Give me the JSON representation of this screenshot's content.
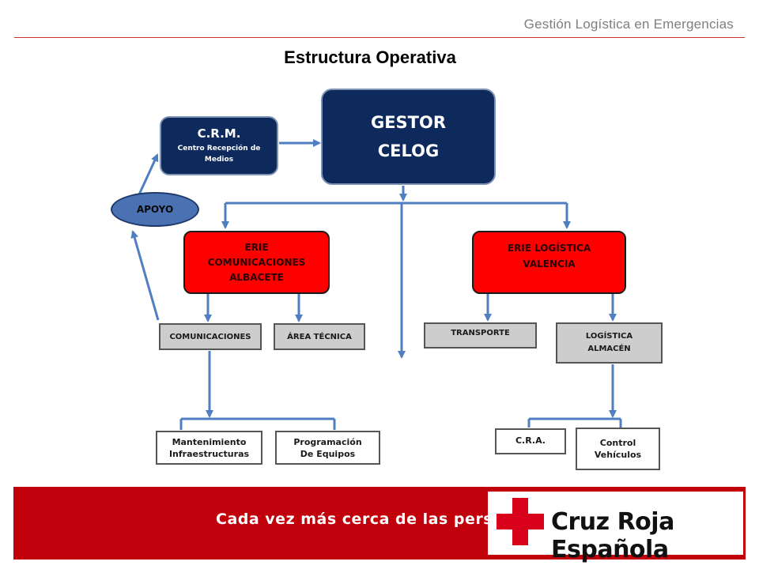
{
  "header": {
    "title": "Gestión Logística en Emergencias",
    "page_title": "Estructura Operativa"
  },
  "diagram": {
    "gestor": {
      "line1": "GESTOR",
      "line2": "CELOG"
    },
    "crm": {
      "line1": "C.R.M.",
      "line2": "Centro Recepción de",
      "line3": "Medios"
    },
    "apoyo": "APOYO",
    "erie_comunicaciones": {
      "line1": "ERIE",
      "line2": "COMUNICACIONES",
      "line3": "ALBACETE"
    },
    "erie_logistica": {
      "line1": "ERIE LOGÍSTICA",
      "line2": "VALENCIA"
    },
    "comunicaciones": "COMUNICACIONES",
    "area_tecnica": "ÁREA TÉCNICA",
    "transporte": "TRANSPORTE",
    "logistica_almacen": {
      "line1": "LOGÍSTICA",
      "line2": "ALMACÉN"
    },
    "mantenimiento": {
      "line1": "Mantenimiento",
      "line2": "Infraestructuras"
    },
    "programacion": {
      "line1": "Programación",
      "line2": "De Equipos"
    },
    "cra": "C.R.A.",
    "control_vehiculos": {
      "line1": "Control",
      "line2": "Vehículos"
    }
  },
  "footer": {
    "slogan": "Cada vez más cerca de las personas",
    "brand": "Cruz Roja Española"
  },
  "colors": {
    "navy": "#0e2a5c",
    "red": "#ff0000",
    "grey": "#cdcdcd",
    "arrow": "#4f7fc0",
    "footer_red": "#c0000b",
    "cross_red": "#d9001b"
  }
}
